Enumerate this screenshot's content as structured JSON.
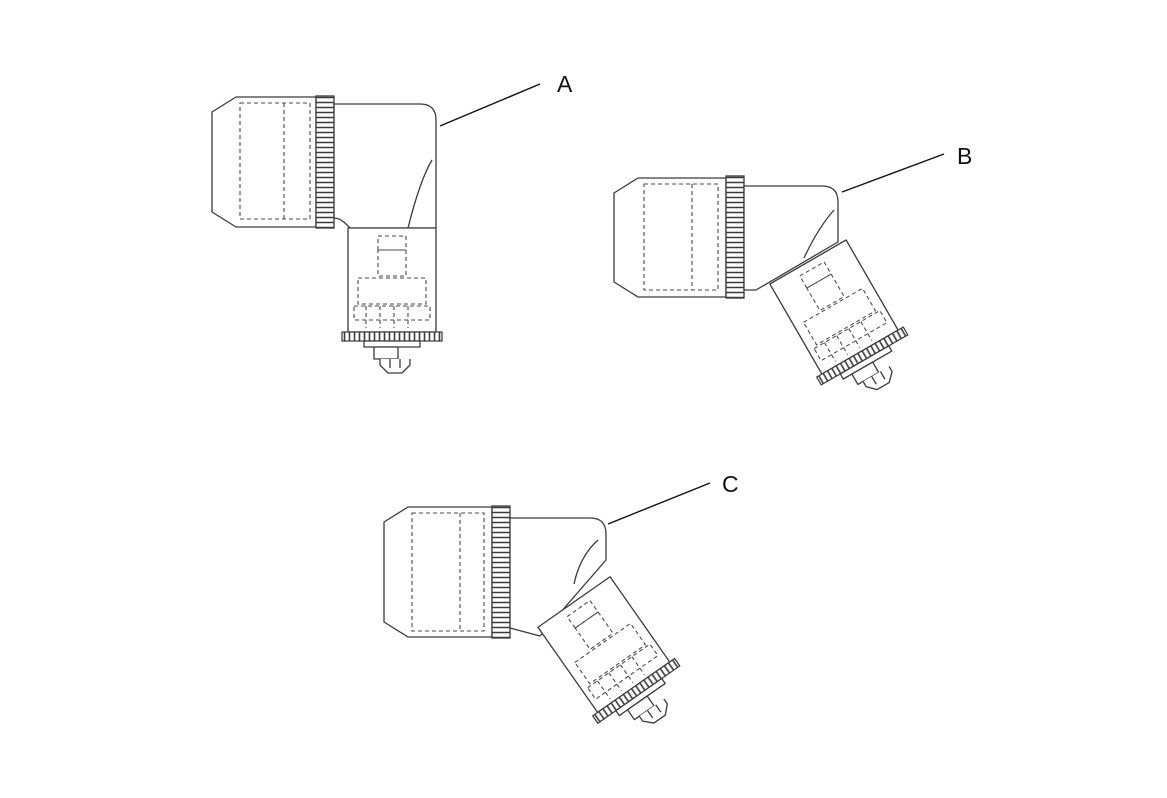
{
  "labels": {
    "a": "A",
    "b": "B",
    "c": "C"
  },
  "connectors": [
    {
      "name": "A",
      "elbow_angle_deg": 90
    },
    {
      "name": "B",
      "elbow_angle_deg": 60
    },
    {
      "name": "C",
      "elbow_angle_deg": 45
    }
  ],
  "colors": {
    "line": "#3a3a3a",
    "background": "#ffffff"
  }
}
